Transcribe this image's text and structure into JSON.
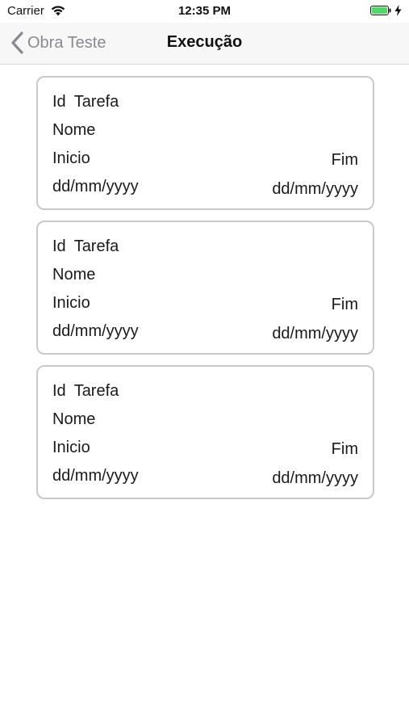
{
  "status_bar": {
    "carrier": "Carrier",
    "time": "12:35 PM",
    "battery_color": "#4cd964"
  },
  "nav": {
    "back_label": "Obra Teste",
    "title": "Execução"
  },
  "tasks": [
    {
      "id_label": "Id",
      "id_value": "Tarefa",
      "name_label": "Nome",
      "start_label": "Inicio",
      "end_label": "Fim",
      "start_date": "dd/mm/yyyy",
      "end_date": "dd/mm/yyyy"
    },
    {
      "id_label": "Id",
      "id_value": "Tarefa",
      "name_label": "Nome",
      "start_label": "Inicio",
      "end_label": "Fim",
      "start_date": "dd/mm/yyyy",
      "end_date": "dd/mm/yyyy"
    },
    {
      "id_label": "Id",
      "id_value": "Tarefa",
      "name_label": "Nome",
      "start_label": "Inicio",
      "end_label": "Fim",
      "start_date": "dd/mm/yyyy",
      "end_date": "dd/mm/yyyy"
    }
  ]
}
